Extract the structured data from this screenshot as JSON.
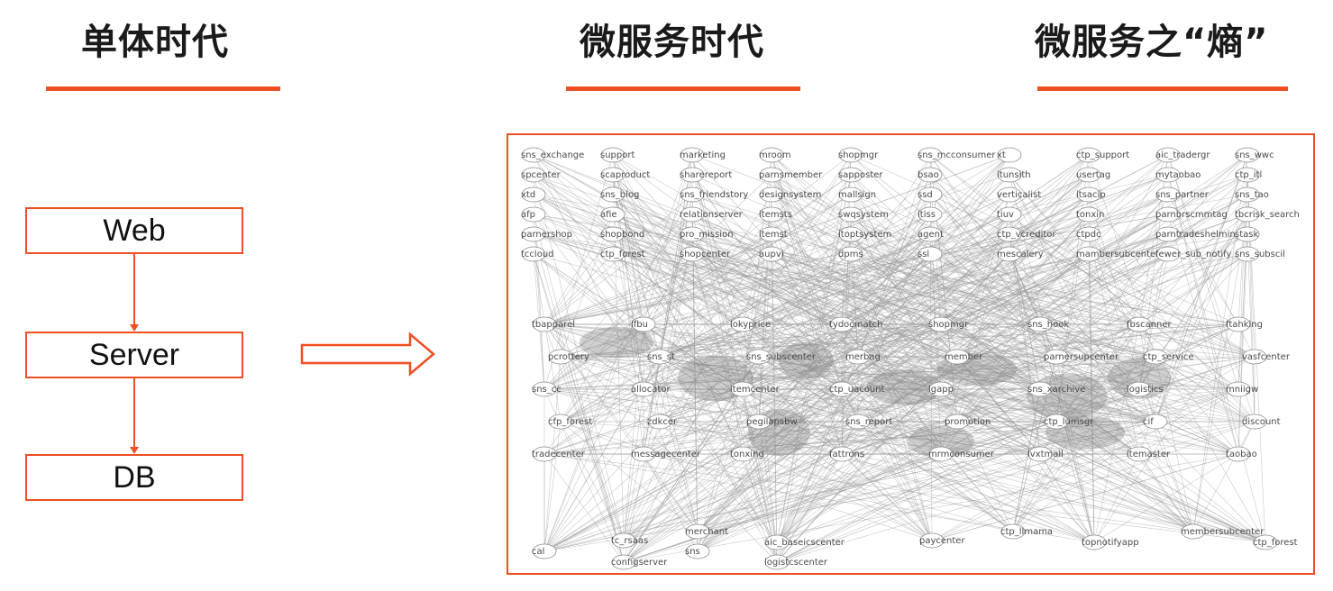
{
  "titles": {
    "monolith": "单体时代",
    "microservices": "微服务时代",
    "entropy": "微服务之“熵”"
  },
  "monolith": {
    "boxes": [
      "Web",
      "Server",
      "DB"
    ]
  },
  "colors": {
    "accent": "#f04e23",
    "edges": "#9a9a9a",
    "nodes": "#8c8c8c",
    "text": "#1a1a1a"
  },
  "network": {
    "column_labels": [
      [
        "sns_exchange",
        "spcenter",
        "xtd",
        "afp",
        "parnershop",
        "tccloud"
      ],
      [
        "support",
        "scaproduct",
        "sns_blog",
        "afie",
        "shopbond",
        "ctp_forest"
      ],
      [
        "marketing",
        "sharereport",
        "sns_friendstory",
        "relationserver",
        "pro_mission",
        "shopcenter"
      ],
      [
        "mroom",
        "parnsmember",
        "designsystem",
        "itemsts",
        "itemst",
        "aupvi"
      ],
      [
        "shopmgr",
        "sapposter",
        "mallsign",
        "swqsystem",
        "itoptsystem",
        "dpms"
      ],
      [
        "sns_mcconsumer",
        "bsao",
        "ssd",
        "itiss",
        "agent",
        "ssl"
      ],
      [
        "xt",
        "itunsith",
        "verticalist",
        "tiuv",
        "ctp_vcreditor",
        "mescalery"
      ],
      [
        "ctp_support",
        "usertag",
        "itsacip",
        "tonxin",
        "ctpdc",
        "mambersubcenter"
      ],
      [
        "aic_tradergr",
        "mytaobao",
        "sns_partner",
        "parnbrscmmtag",
        "parntradeshelming",
        "fewer_sub_notify"
      ],
      [
        "sns_wwc",
        "ctp_itl",
        "sns_tao",
        "tbcrisk_search",
        "stask",
        "sns_subscil"
      ]
    ],
    "middle_labels": [
      "tbapparel",
      "lfbu",
      "lokyprice",
      "tydocmatch",
      "shopmgr",
      "sns_hook",
      "fbscanner",
      "ftahking",
      "pcrottery",
      "sns_st",
      "sns_subscenter",
      "merbag",
      "member",
      "parnersupcenter",
      "ctp_service",
      "vasfcenter",
      "sns_cc",
      "allocator",
      "itemcenter",
      "ctp_uacount",
      "lgapp",
      "sns_xarchive",
      "logistics",
      "mniigw",
      "cfp_forest",
      "zdkcer",
      "pegilapsbw",
      "sns_report",
      "promotion",
      "ctp_lumsgr",
      "cif",
      "discount",
      "tradecenter",
      "messagecenter",
      "tonxing",
      "fattrons",
      "mrmconsumer",
      "lvxtmall",
      "itemaster",
      "taobao"
    ],
    "bottom_labels": [
      "cal",
      "tc_rsaas",
      "configserver",
      "merchant",
      "sns",
      "aic_baseicscenter",
      "logistcscenter",
      "paycenter",
      "ctp_llmama",
      "topnotifyapp",
      "membersubcenter",
      "ctp_forest"
    ]
  }
}
